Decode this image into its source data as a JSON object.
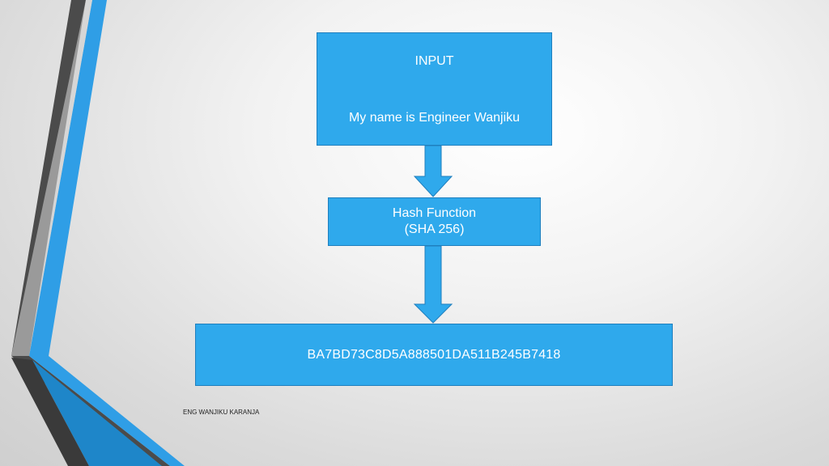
{
  "diagram": {
    "nodes": [
      {
        "id": "input",
        "title": "INPUT",
        "text": "My name is Engineer Wanjiku"
      },
      {
        "id": "hash",
        "lines": [
          "Hash Function",
          "(SHA 256)"
        ]
      },
      {
        "id": "output",
        "text": "BA7BD73C8D5A888501DA511B245B7418"
      }
    ],
    "edges": [
      {
        "from": "input",
        "to": "hash"
      },
      {
        "from": "hash",
        "to": "output"
      }
    ]
  },
  "footer": {
    "text": "ENG WANJIKU KARANJA"
  },
  "colors": {
    "box_fill": "#2fa9ec",
    "box_border": "#1f7fbe",
    "stripe_blue": "#2f9ee6",
    "stripe_dark": "#4b4b4b",
    "background": "#eeeeee"
  }
}
